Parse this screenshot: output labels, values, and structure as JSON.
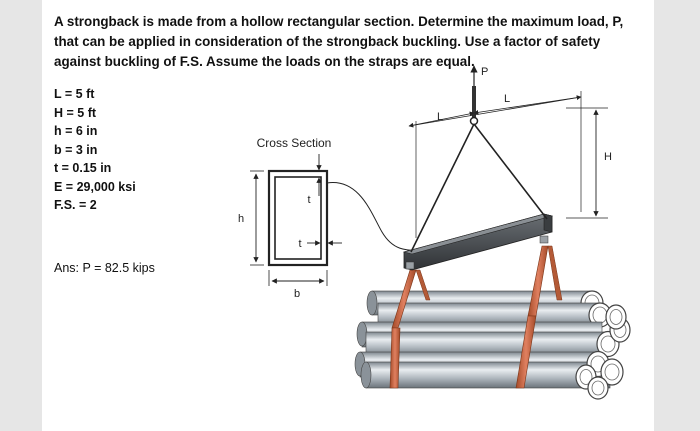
{
  "problem_text": "A strongback is made from a hollow rectangular section. Determine the maximum load, P, that can be applied in consideration of the strongback buckling. Use a factor of safety against buckling of F.S. Assume the loads on the straps are equal.",
  "givens": [
    "L = 5 ft",
    "H = 5 ft",
    "h = 6 in",
    "b = 3 in",
    "t = 0.15 in",
    "E = 29,000 ksi",
    "F.S. = 2"
  ],
  "answer": "Ans: P = 82.5 kips",
  "figure": {
    "cross_section_title": "Cross Section",
    "labels": {
      "h": "h",
      "b": "b",
      "t": "t",
      "L": "L",
      "H": "H",
      "P": "P"
    }
  },
  "colors": {
    "strap": "#c8643c",
    "beam": "#4a4e52",
    "pipe": "#b8c0c8",
    "background": "#e6e6e6"
  }
}
